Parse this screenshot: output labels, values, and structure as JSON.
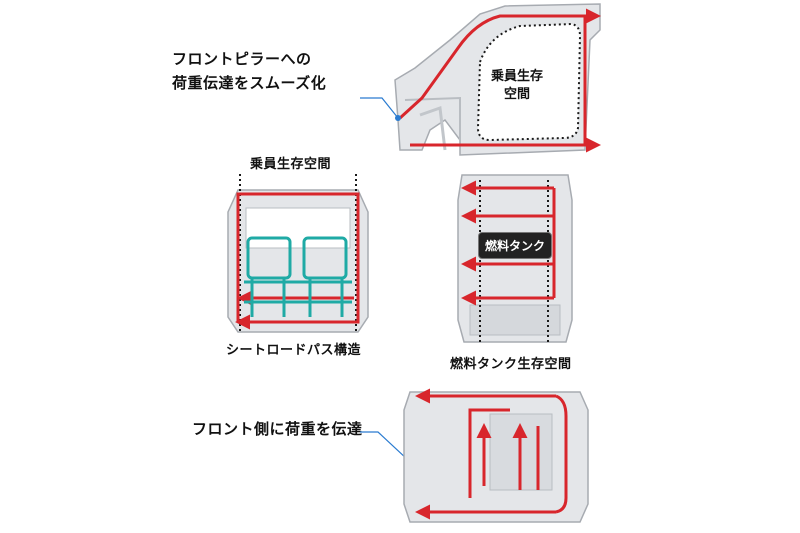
{
  "labels": {
    "front_pillar_line1": "フロントピラーへの",
    "front_pillar_line2": "荷重伝達をスムーズ化",
    "cabin_space_line1": "乗員生存",
    "cabin_space_line2": "空間",
    "occupant_space": "乗員生存空間",
    "seat_load_path": "シートロードパス構造",
    "fuel_tank": "燃料タンク",
    "fuel_tank_space": "燃料タンク生存空間",
    "front_load": "フロント側に荷重を伝達"
  },
  "colors": {
    "arrow": "#d8262c",
    "leader": "#2a7bd0",
    "seat": "#1faaa5",
    "body": "#e4e6e9",
    "body_edge": "#a7abb1",
    "dotted": "#1a1a1a"
  }
}
